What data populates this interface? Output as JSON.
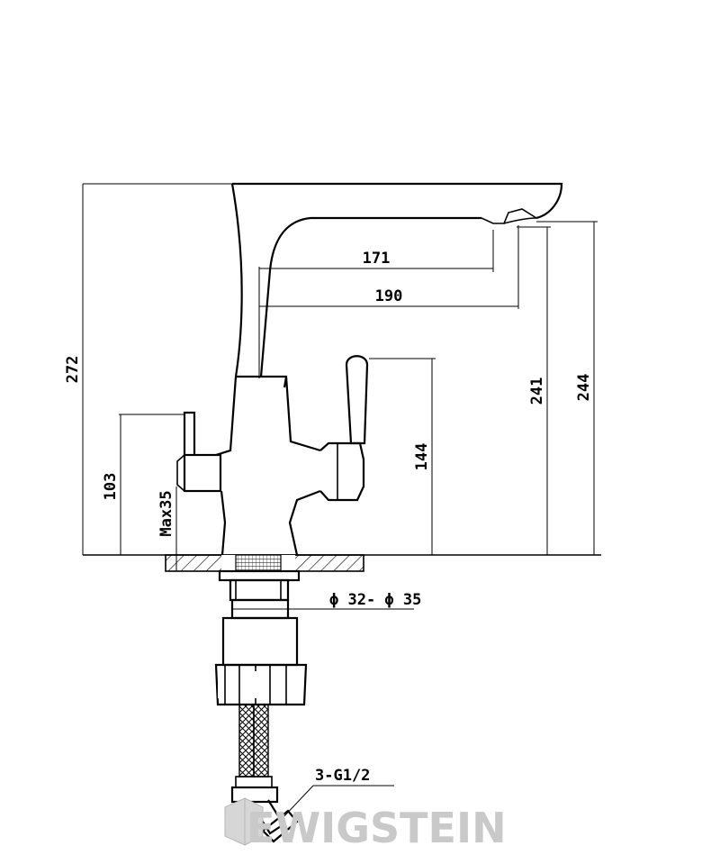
{
  "dimensions": {
    "height_total": "272",
    "spout_reach_1": "171",
    "spout_reach_2": "190",
    "height_outlet_1": "241",
    "height_outlet_2": "244",
    "height_handle_right": "144",
    "height_handle_left": "103",
    "max_countertop": "Max35",
    "hole_diameter": "ϕ 32- ϕ 35",
    "connection": "3-G1/2"
  },
  "brand": {
    "watermark": "EWIGSTEIN",
    "color": "#c9c9c9"
  },
  "colors": {
    "line": "#000000",
    "background": "#ffffff"
  }
}
